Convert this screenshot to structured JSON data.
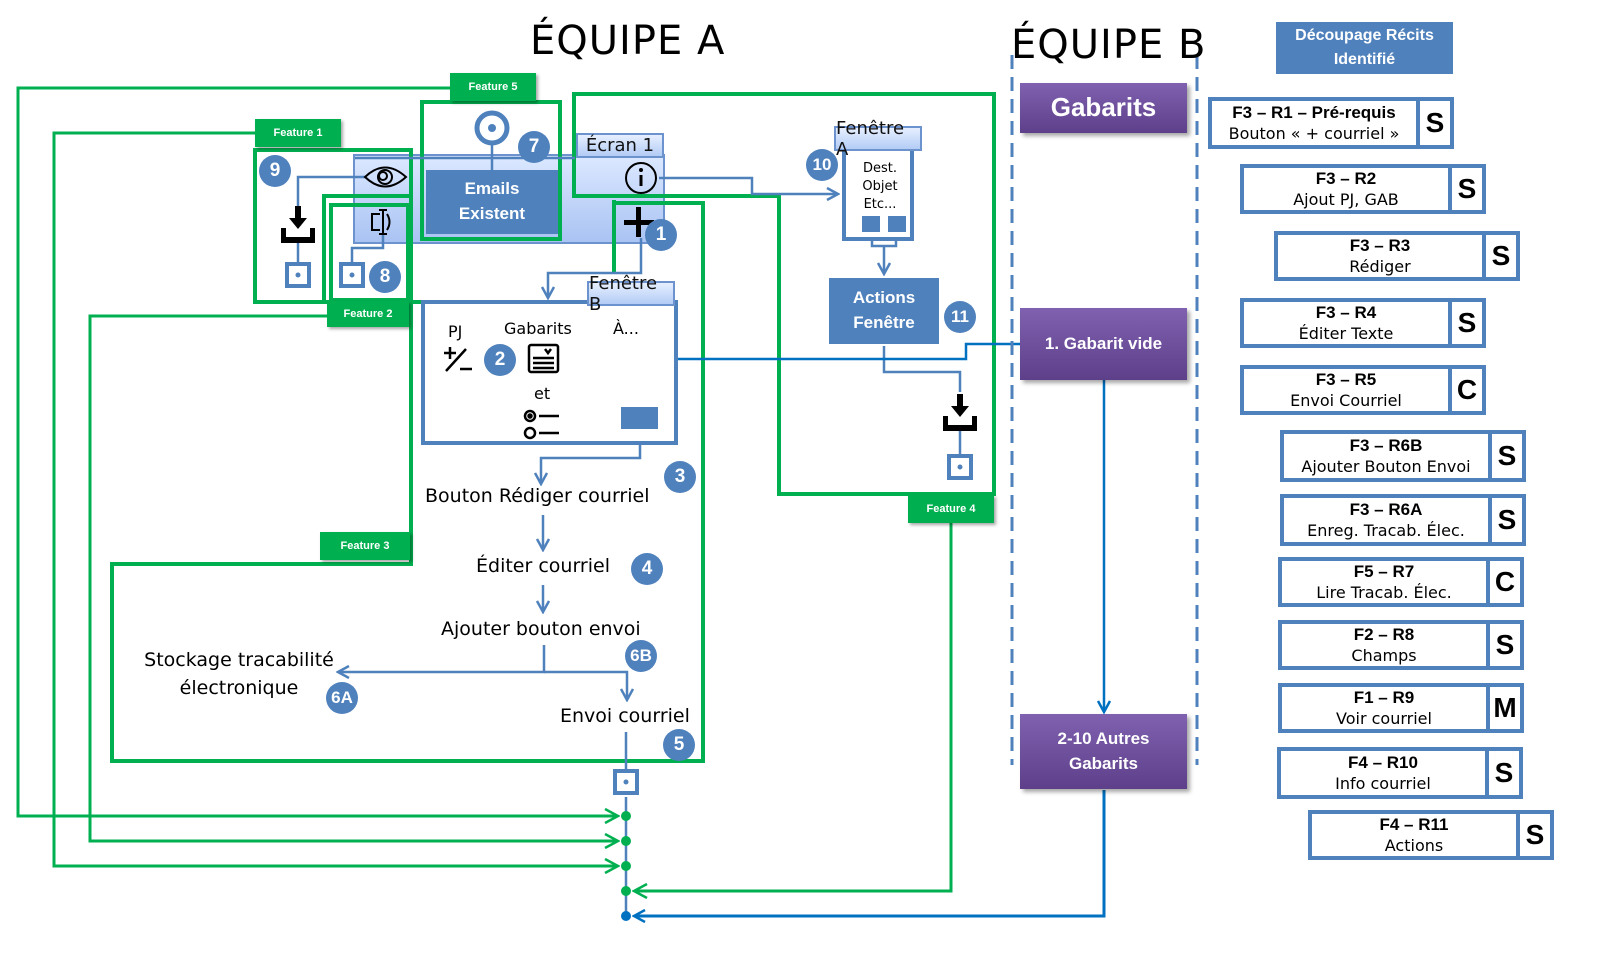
{
  "titles": {
    "team_a": "ÉQUIPE A",
    "team_b": "ÉQUIPE B"
  },
  "features": {
    "f1": "Feature 1",
    "f2": "Feature 2",
    "f3": "Feature 3",
    "f4": "Feature 4",
    "f5": "Feature 5"
  },
  "screen1": {
    "tab": "Écran 1",
    "emails_line1": "Emails",
    "emails_line2": "Existent"
  },
  "window_a": {
    "tab": "Fenêtre A",
    "line1": "Dest.",
    "line2": "Objet",
    "line3": "Etc..."
  },
  "window_b": {
    "tab": "Fenêtre B",
    "pj": "PJ",
    "gabarits": "Gabarits",
    "to": "À...",
    "and": "et"
  },
  "actions": {
    "line1": "Actions",
    "line2": "Fenêtre"
  },
  "flow": {
    "write_button": "Bouton Rédiger courriel",
    "edit": "Éditer courriel",
    "add_send": "Ajouter bouton envoi",
    "storage_line1": "Stockage tracabilité",
    "storage_line2": "électronique",
    "send": "Envoi courriel"
  },
  "badges": [
    "1",
    "2",
    "3",
    "4",
    "5",
    "6A",
    "6B",
    "7",
    "8",
    "9",
    "10",
    "11"
  ],
  "team_b": {
    "header": "Gabarits",
    "empty": "1. Gabarit vide",
    "others_line1": "2-10 Autres",
    "others_line2": "Gabarits"
  },
  "stories_header": {
    "line1": "Découpage Récits",
    "line2": "Identifié"
  },
  "stories": [
    {
      "code": "F3 – R1 – Pré-requis",
      "desc": "Bouton «  + courriel »",
      "size": "S"
    },
    {
      "code": "F3 – R2",
      "desc": "Ajout PJ, GAB",
      "size": "S"
    },
    {
      "code": "F3 – R3",
      "desc": "Rédiger",
      "size": "S"
    },
    {
      "code": "F3 – R4",
      "desc": "Éditer Texte",
      "size": "S"
    },
    {
      "code": "F3 – R5",
      "desc": "Envoi Courriel",
      "size": "C"
    },
    {
      "code": "F3 – R6B",
      "desc": "Ajouter Bouton Envoi",
      "size": "S"
    },
    {
      "code": "F3 – R6A",
      "desc": "Enreg. Tracab. Élec.",
      "size": "S"
    },
    {
      "code": "F5 – R7",
      "desc": "Lire Tracab. Élec.",
      "size": "C"
    },
    {
      "code": "F2 – R8",
      "desc": "Champs",
      "size": "S"
    },
    {
      "code": "F1 – R9",
      "desc": "Voir courriel",
      "size": "M"
    },
    {
      "code": "F4 – R10",
      "desc": "Info courriel",
      "size": "S"
    },
    {
      "code": "F4 – R11",
      "desc": "Actions",
      "size": "S"
    }
  ],
  "colors": {
    "feature_green": "#00b050",
    "flow_blue": "#4f81bd",
    "link_blue": "#0070c0",
    "team_b_purple": "#7030a0"
  }
}
